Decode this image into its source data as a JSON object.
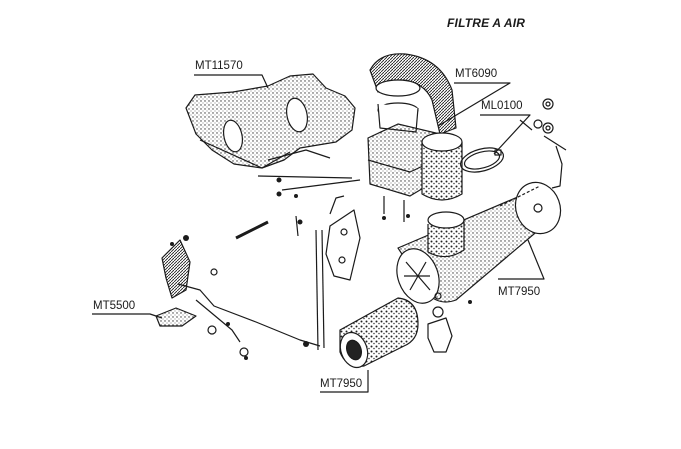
{
  "title": "FILTRE A AIR",
  "part_labels": [
    {
      "id": "mt11570",
      "text": "MT11570"
    },
    {
      "id": "mt6090",
      "text": "MT6090"
    },
    {
      "id": "ml0100",
      "text": "ML0100"
    },
    {
      "id": "mt5500",
      "text": "MT5500"
    },
    {
      "id": "mt7950_right",
      "text": "MT7950"
    },
    {
      "id": "mt7950_bottom",
      "text": "MT7950"
    }
  ],
  "colors": {
    "ink": "#1b1b1b",
    "paper": "#ffffff"
  }
}
